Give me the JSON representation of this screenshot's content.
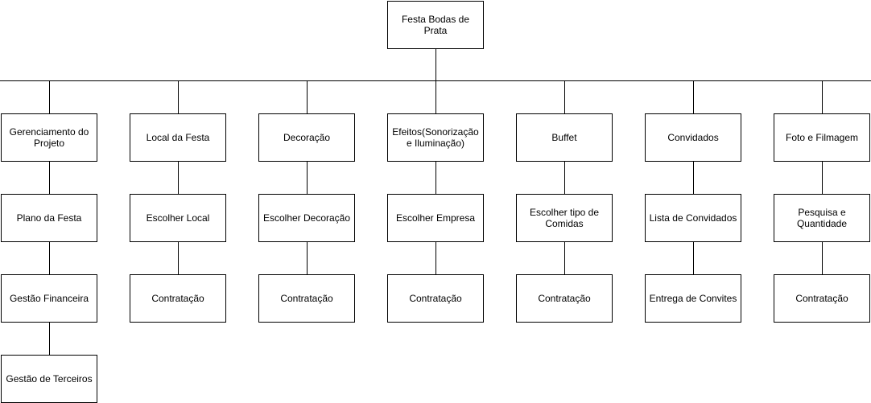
{
  "diagram": {
    "root": "Festa Bodas de Prata",
    "columns": [
      {
        "header": "Gerenciamento do Projeto",
        "items": [
          "Plano da Festa",
          "Gestão Financeira",
          "Gestão de Terceiros"
        ]
      },
      {
        "header": "Local da Festa",
        "items": [
          "Escolher Local",
          "Contratação"
        ]
      },
      {
        "header": "Decoração",
        "items": [
          "Escolher Decoração",
          "Contratação"
        ]
      },
      {
        "header": "Efeitos(Sonorização e Iluminação)",
        "items": [
          "Escolher Empresa",
          "Contratação"
        ]
      },
      {
        "header": "Buffet",
        "items": [
          "Escolher tipo de Comidas",
          "Contratação"
        ]
      },
      {
        "header": "Convidados",
        "items": [
          "Lista de Convidados",
          "Entrega de Convites"
        ]
      },
      {
        "header": "Foto e Filmagem",
        "items": [
          "Pesquisa e Quantidade",
          "Contratação"
        ]
      }
    ],
    "colors": {
      "stroke": "#000000",
      "fill": "#ffffff"
    }
  }
}
